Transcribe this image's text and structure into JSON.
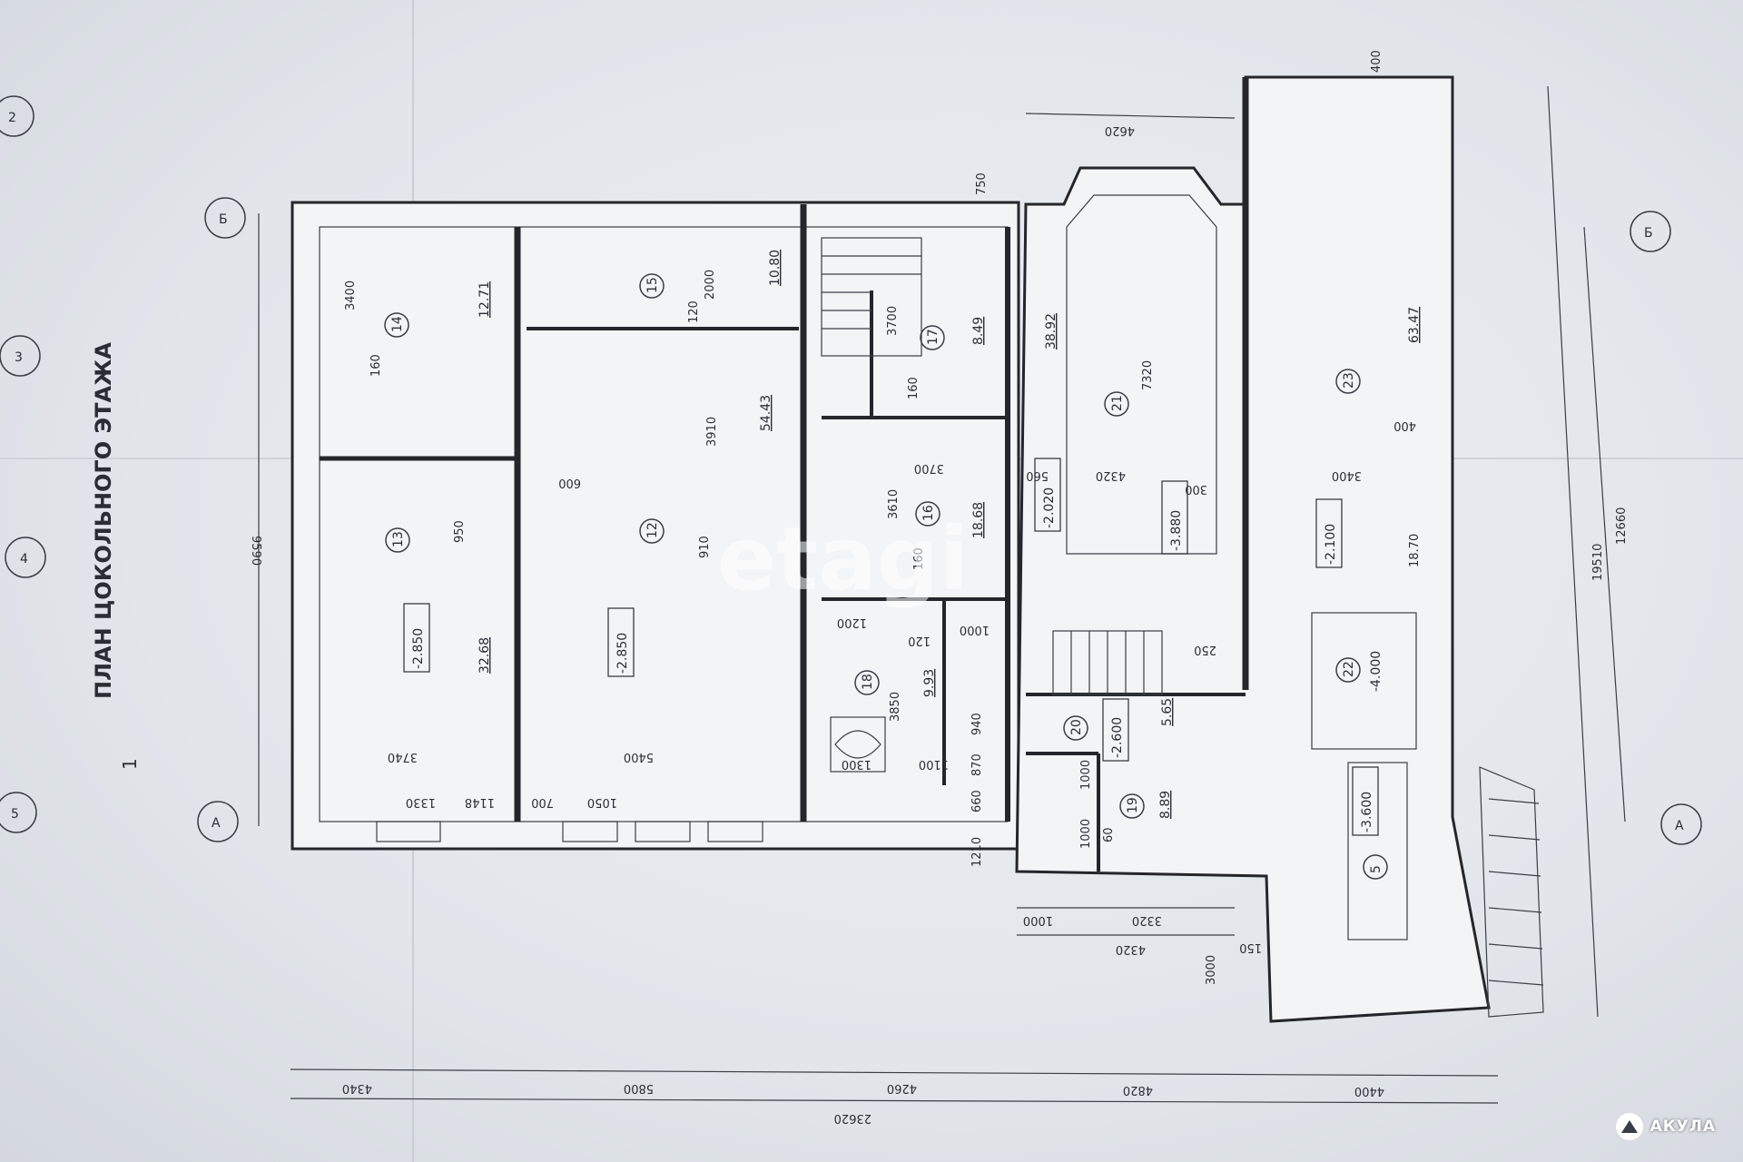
{
  "plan": {
    "title": "ПЛАН ЦОКОЛЬНОГО ЭТАЖА",
    "section_marker": "1",
    "axis_letters": [
      "А",
      "Б"
    ],
    "axis_numbers": [
      "5",
      "4",
      "3",
      "2"
    ],
    "overall": {
      "length": "23620",
      "width": "19510",
      "right_width": "12660",
      "left_width": "9590"
    },
    "bottom_chain": [
      "4340",
      "5800",
      "4260",
      "4820",
      "4400"
    ],
    "top_dims": [
      "4620",
      "400",
      "750"
    ],
    "rooms": [
      {
        "no": "14",
        "area": "12.71",
        "dims": [
          "3400",
          "160"
        ]
      },
      {
        "no": "15",
        "area": "10.80",
        "dims": [
          "2000",
          "120"
        ]
      },
      {
        "no": "12",
        "area": "54.43",
        "level": "-2.850",
        "dims": [
          "3910",
          "910",
          "5400"
        ]
      },
      {
        "no": "13",
        "area": "32.68",
        "level": "-2.850",
        "dims": [
          "950",
          "3740"
        ]
      },
      {
        "no": "17",
        "area": "8.49",
        "dims": [
          "3700",
          "160"
        ]
      },
      {
        "no": "16",
        "area": "18.68",
        "dims": [
          "3610",
          "3700",
          "160"
        ]
      },
      {
        "no": "18",
        "area": "9.93",
        "dims": [
          "3850",
          "1300",
          "1100",
          "1200",
          "120"
        ]
      },
      {
        "no": "21",
        "area": "38.92",
        "level": "-2.020",
        "dims": [
          "7320",
          "4320",
          "560"
        ]
      },
      {
        "no": "20",
        "area": "5.65",
        "level": "-2.600"
      },
      {
        "no": "19",
        "area": "8.89",
        "dims": [
          "1000",
          "1000",
          "60"
        ]
      },
      {
        "no": "23",
        "area": "63.47",
        "level": "-2.100",
        "dims": [
          "3400",
          "400",
          "18.70"
        ]
      },
      {
        "no": "22",
        "level": "-4.000"
      },
      {
        "no": "5",
        "level": "-3.600"
      }
    ],
    "levels_extra": [
      "-3.880"
    ],
    "misc_dims": [
      "600",
      "300",
      "1000",
      "3320",
      "4320",
      "3000",
      "1210",
      "660",
      "870",
      "940",
      "1000",
      "1050",
      "700",
      "1148",
      "1330",
      "250",
      "150"
    ]
  },
  "watermark": "etagi",
  "brand": {
    "logo": "triangle-logo-icon",
    "name": "АКУЛА"
  }
}
